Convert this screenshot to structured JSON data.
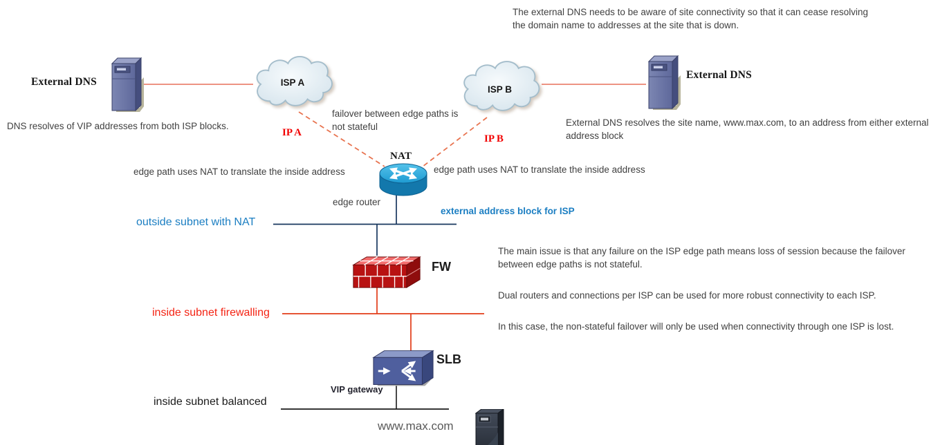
{
  "diagram": {
    "notes": {
      "top_right": "The external DNS needs to be aware of site connectivity so that it can cease resolving the domain name to addresses at the site that is down.",
      "dns_left_caption": "DNS resolves of VIP addresses from both ISP blocks.",
      "dns_right_caption": "External DNS resolves the site name, www.max.com, to an address from either external address block",
      "failover": "failover between edge paths is not stateful",
      "edge_path_left": "edge path uses NAT to translate the inside address",
      "edge_path_right": "edge path uses NAT to translate the inside address",
      "issue_paragraphs": [
        "The main issue is that any failure on the ISP edge path means loss of session because the failover between edge paths is not stateful.",
        "Dual routers and connections per ISP can be used for more robust connectivity to each ISP.",
        "In this case, the non-stateful failover will only be used when connectivity through one ISP is lost."
      ]
    },
    "nodes": {
      "dns_left": {
        "label": "External DNS",
        "icon": "server-icon"
      },
      "dns_right": {
        "label": "External DNS",
        "icon": "server-icon"
      },
      "isp_a": {
        "label": "ISP A",
        "ip": "IP A",
        "icon": "cloud-icon"
      },
      "isp_b": {
        "label": "ISP B",
        "ip": "IP B",
        "icon": "cloud-icon"
      },
      "edge_router": {
        "label": "NAT",
        "caption": "edge router",
        "icon": "router-icon"
      },
      "firewall": {
        "label": "FW",
        "icon": "firewall-icon"
      },
      "load_balancer": {
        "label": "SLB",
        "caption": "VIP gateway",
        "icon": "load-balancer-icon"
      },
      "web_server": {
        "label": "www.max.com",
        "icon": "server-icon"
      }
    },
    "subnets": {
      "outside": {
        "label": "outside subnet with NAT",
        "annotation": "external address block for ISP"
      },
      "inside_firewalling": {
        "label": "inside subnet firewalling"
      },
      "inside_balanced": {
        "label": "inside subnet balanced"
      }
    },
    "colors": {
      "blue_text": "#1b7ec2",
      "navy_line": "#17365d",
      "red_line": "#e23b17",
      "red_text": "#f42313",
      "ip_label_red": "#f20000",
      "salmon_line": "#ed9382",
      "dashed_line": "#e8734f",
      "body_text": "#3f3f3f",
      "black_line": "#1a1a1a"
    }
  }
}
